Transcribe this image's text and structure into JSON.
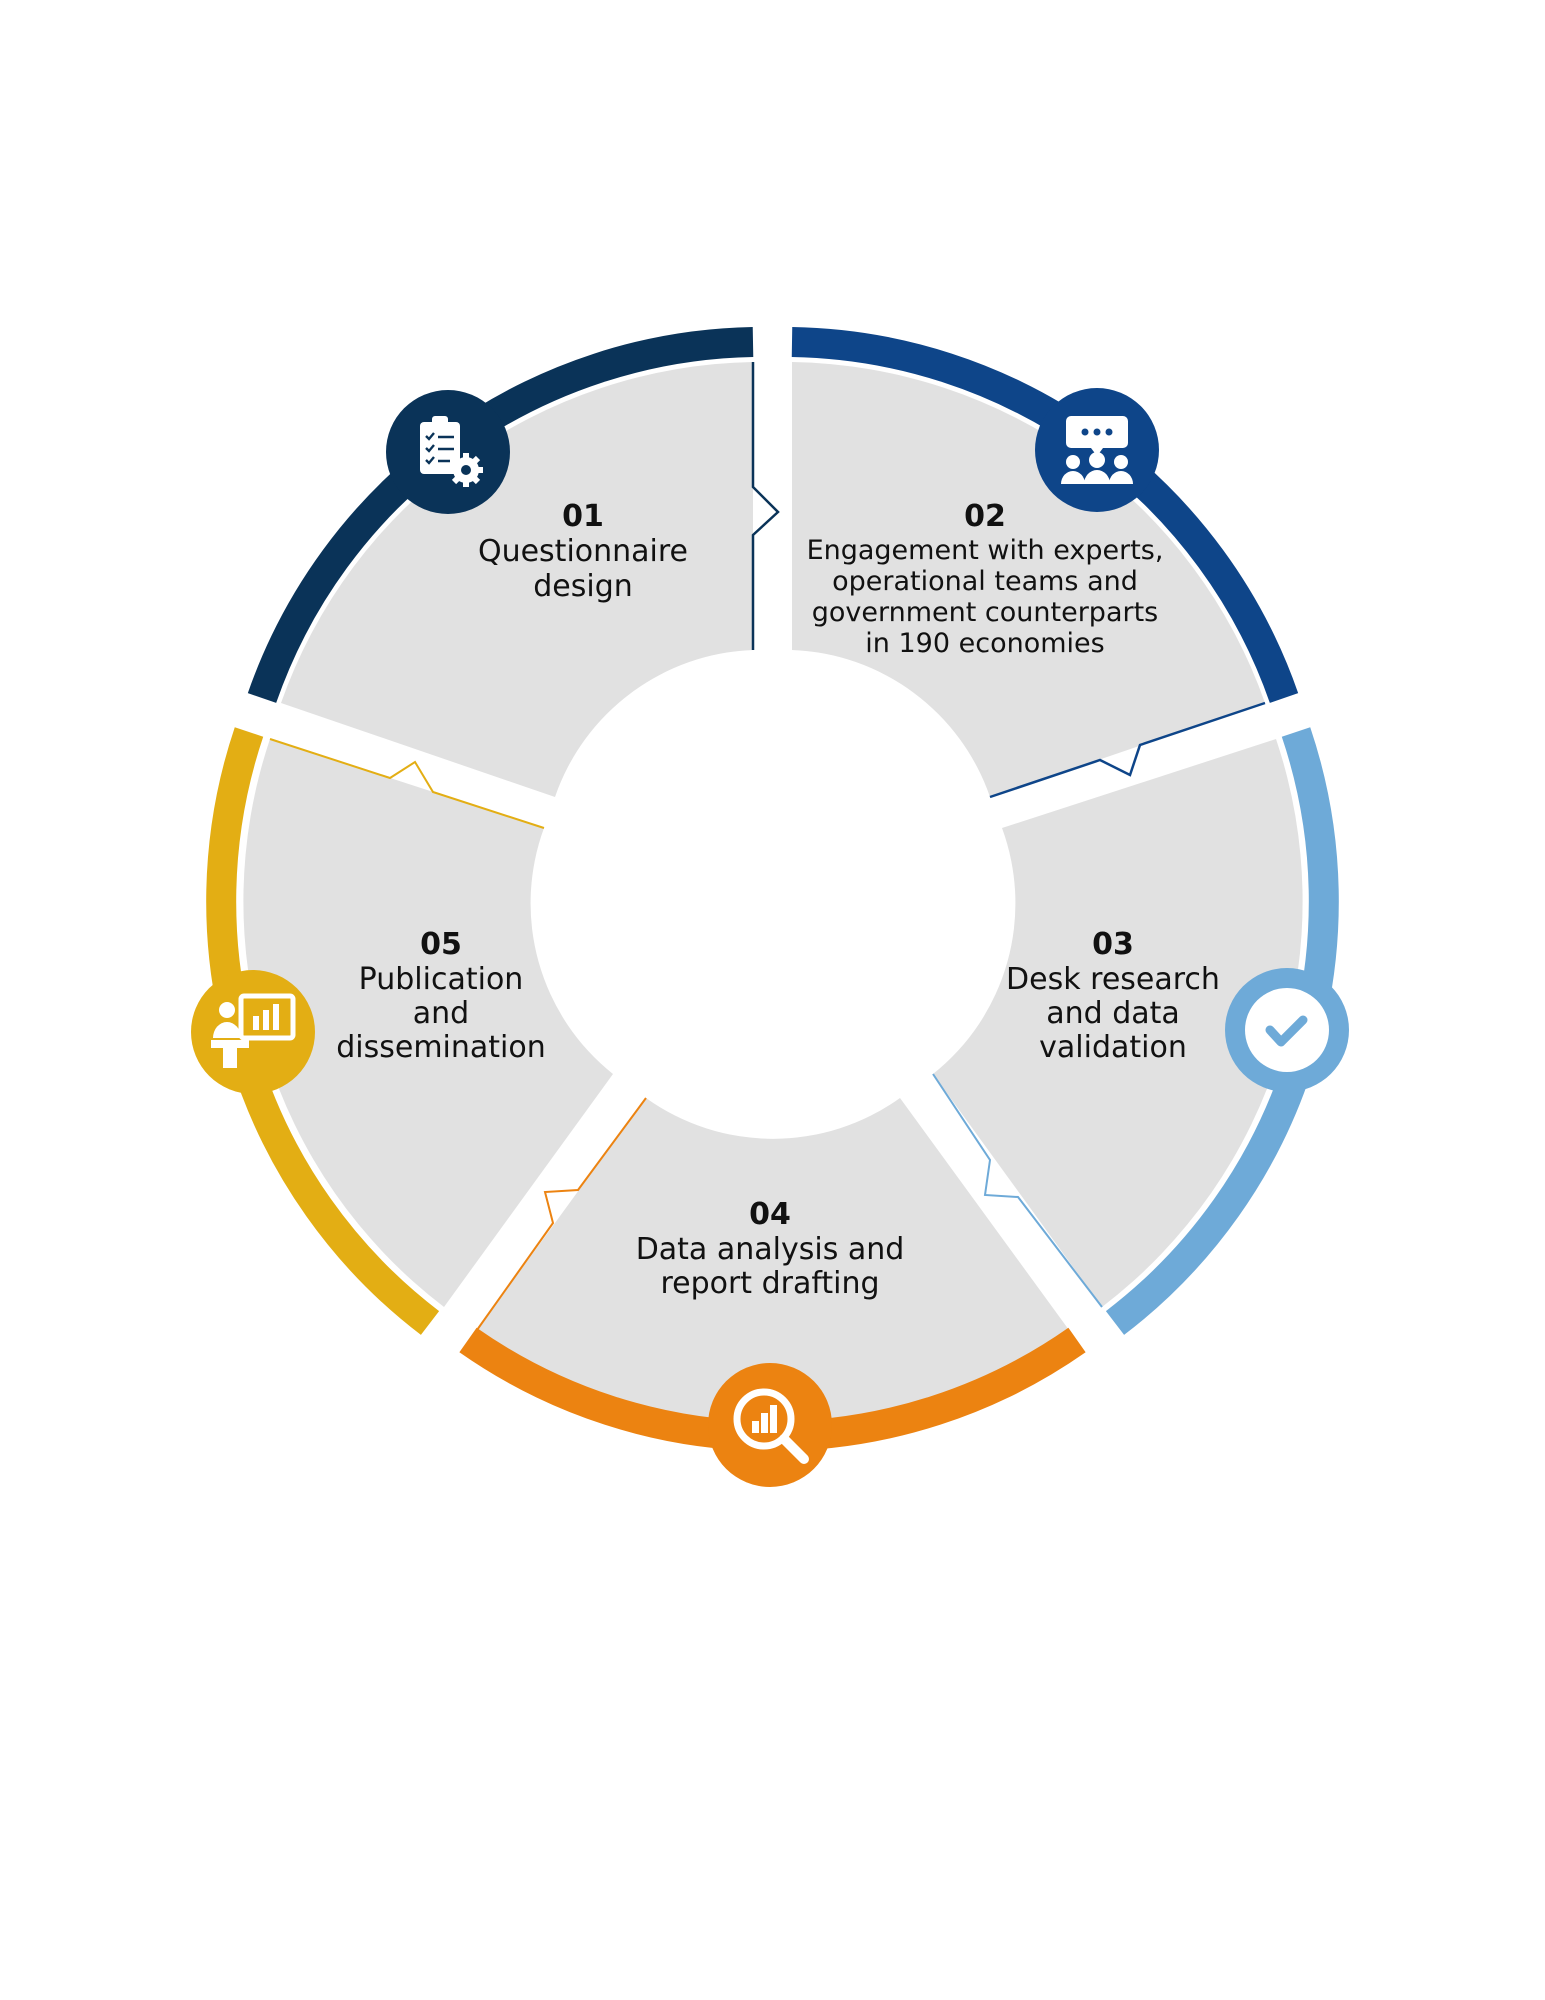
{
  "diagram": {
    "stages": [
      {
        "number": "01",
        "lines": [
          "Questionnaire",
          "design"
        ],
        "color": "#0a3358",
        "icon": "clipboard-gear-icon"
      },
      {
        "number": "02",
        "lines": [
          "Engagement with experts,",
          "operational teams and",
          "government counterparts",
          "in 190 economies"
        ],
        "color": "#0e4589",
        "icon": "people-discussion-icon"
      },
      {
        "number": "03",
        "lines": [
          "Desk research",
          "and data",
          "validation"
        ],
        "color": "#6eaad8",
        "icon": "check-circle-icon"
      },
      {
        "number": "04",
        "lines": [
          "Data analysis and",
          "report drafting"
        ],
        "color": "#ec8311",
        "icon": "magnifier-chart-icon"
      },
      {
        "number": "05",
        "lines": [
          "Publication",
          "and",
          "dissemination"
        ],
        "color": "#e3ae14",
        "icon": "presenter-board-icon"
      }
    ]
  }
}
